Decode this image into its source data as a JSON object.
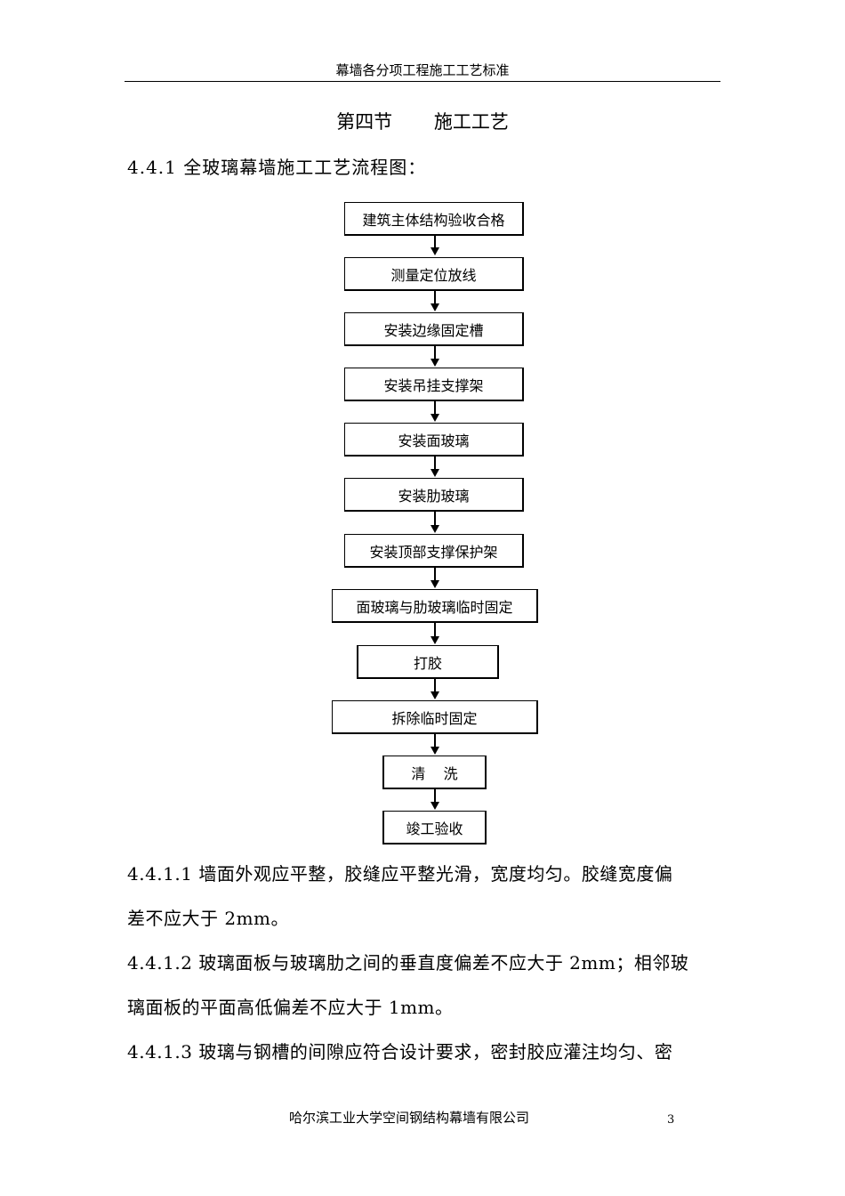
{
  "header": {
    "title": "幕墙各分项工程施工工艺标准"
  },
  "section": {
    "title": "第四节       施工工艺"
  },
  "subsection": {
    "title": "4.4.1 全玻璃幕墙施工工艺流程图："
  },
  "flowchart": {
    "steps": [
      "建筑主体结构验收合格",
      "测量定位放线",
      "安装边缘固定槽",
      "安装吊挂支撑架",
      "安装面玻璃",
      "安装肋玻璃",
      "安装顶部支撑保护架",
      "面玻璃与肋玻璃临时固定",
      "打胶",
      "拆除临时固定",
      "清    洗",
      "竣工验收"
    ]
  },
  "paragraphs": {
    "p1_line1": "4.4.1.1 墙面外观应平整，胶缝应平整光滑，宽度均匀。胶缝宽度偏",
    "p1_line2": "差不应大于 2mm。",
    "p2_line1": "4.4.1.2 玻璃面板与玻璃肋之间的垂直度偏差不应大于 2mm；相邻玻",
    "p2_line2": "璃面板的平面高低偏差不应大于 1mm。",
    "p3_line1": "4.4.1.3 玻璃与钢槽的间隙应符合设计要求，密封胶应灌注均匀、密"
  },
  "footer": {
    "company": "哈尔滨工业大学空间钢结构幕墙有限公司",
    "page_number": "3"
  }
}
